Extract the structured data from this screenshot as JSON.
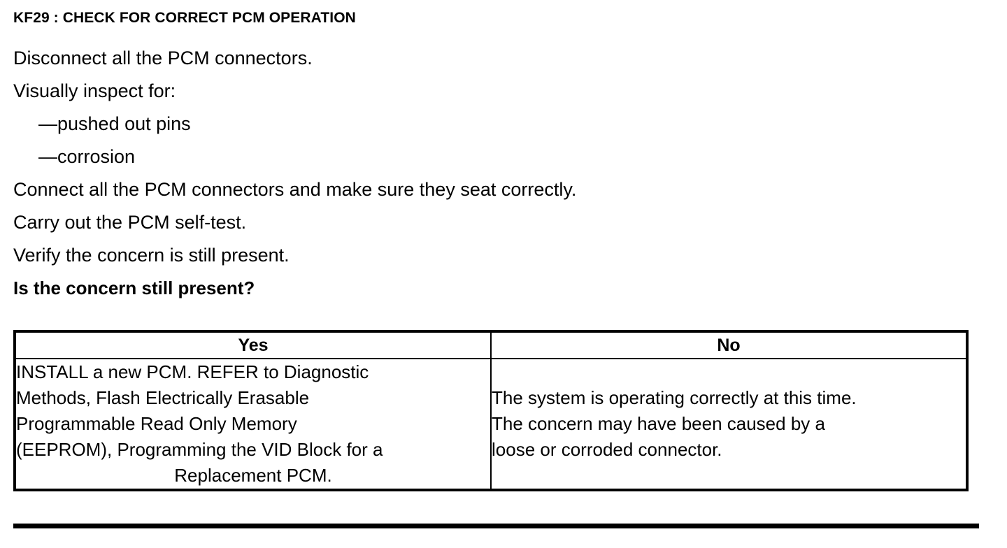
{
  "step": {
    "title": "KF29 : CHECK FOR CORRECT PCM OPERATION"
  },
  "instructions": [
    {
      "text": "Disconnect all the PCM connectors.",
      "style": "normal",
      "indent": false
    },
    {
      "text": "Visually inspect for:",
      "style": "normal",
      "indent": false
    },
    {
      "text": "—pushed out pins",
      "style": "normal",
      "indent": true
    },
    {
      "text": "—corrosion",
      "style": "normal",
      "indent": true
    },
    {
      "text": "Connect all the PCM connectors and make sure they seat correctly.",
      "style": "normal",
      "indent": false
    },
    {
      "text": "Carry out the PCM self-test.",
      "style": "normal",
      "indent": false
    },
    {
      "text": "Verify the concern is still present.",
      "style": "normal",
      "indent": false
    },
    {
      "text": "Is the concern still present?",
      "style": "bold",
      "indent": false
    }
  ],
  "answer_table": {
    "headers": {
      "yes": "Yes",
      "no": "No"
    },
    "yes_cell": {
      "lines": [
        {
          "text": "INSTALL a new PCM. REFER to Diagnostic",
          "align": "left"
        },
        {
          "text": "Methods,  Flash Electrically Erasable",
          "align": "left"
        },
        {
          "text": "Programmable Read Only Memory",
          "align": "left"
        },
        {
          "text": "(EEPROM), Programming the VID Block for a",
          "align": "left"
        },
        {
          "text": "Replacement PCM.",
          "align": "center"
        }
      ]
    },
    "no_cell": {
      "lines": [
        {
          "text": "The system is operating correctly at this time.",
          "align": "left"
        },
        {
          "text": "The concern may have been caused by a",
          "align": "left"
        },
        {
          "text": "loose or corroded connector.",
          "align": "left"
        }
      ]
    }
  },
  "colors": {
    "ink": "#000000",
    "paper": "#ffffff"
  }
}
